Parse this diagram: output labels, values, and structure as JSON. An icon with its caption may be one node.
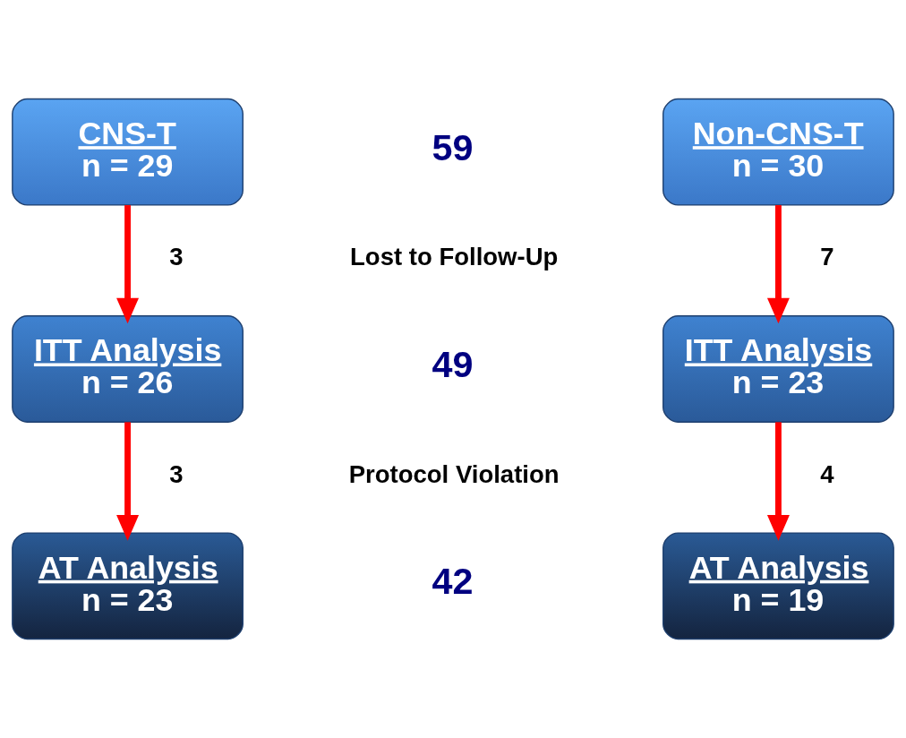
{
  "diagram": {
    "nodes": [
      {
        "text": [
          "CNS-T",
          "n = 29"
        ]
      },
      {
        "text": [
          "Non-CNS-T",
          "n = 30"
        ]
      },
      {
        "text": [
          "ITT Analysis",
          "n = 26"
        ]
      },
      {
        "text": [
          "ITT Analysis",
          "n = 23"
        ]
      },
      {
        "text": [
          "AT Analysis",
          "n = 23"
        ]
      },
      {
        "text": [
          "AT Analysis",
          "n = 19"
        ]
      }
    ],
    "edges": [
      {
        "from": 0,
        "to": 2,
        "arrow": "to",
        "label": "3"
      },
      {
        "from": 1,
        "to": 3,
        "arrow": "to",
        "label": "7"
      },
      {
        "from": 2,
        "to": 4,
        "arrow": "to",
        "label": "3"
      },
      {
        "from": 3,
        "to": 5,
        "arrow": "to",
        "label": "4"
      }
    ],
    "labels": [
      "59",
      "Lost to Follow-Up",
      "49",
      "Protocol Violation",
      "42"
    ]
  }
}
